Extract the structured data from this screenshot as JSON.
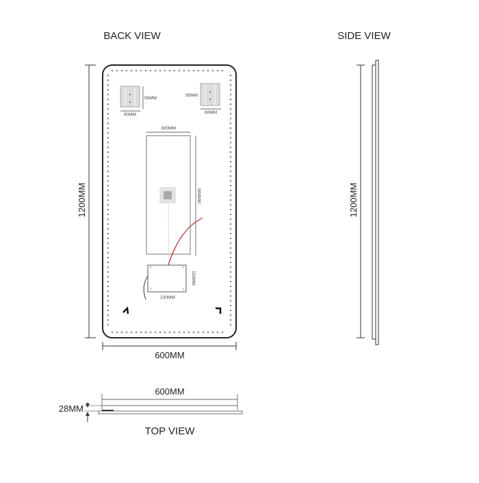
{
  "views": {
    "back": "BACK VIEW",
    "side": "SIDE VIEW",
    "top": "TOP VIEW"
  },
  "dimensions": {
    "height": "1200MM",
    "side_height": "1200MM",
    "width": "600MM",
    "top_width": "600MM",
    "depth": "28MM",
    "bracket_left_height": "95MM",
    "bracket_left_width": "80MM",
    "bracket_right_height": "95MM",
    "bracket_right_width": "80MM",
    "panel_width": "300MM",
    "panel_height": "800MM",
    "driver_height": "150MM",
    "driver_width": "230MM"
  },
  "colors": {
    "line": "#333333",
    "dots": "#8a8a8a",
    "wire": "#b02a2a"
  }
}
